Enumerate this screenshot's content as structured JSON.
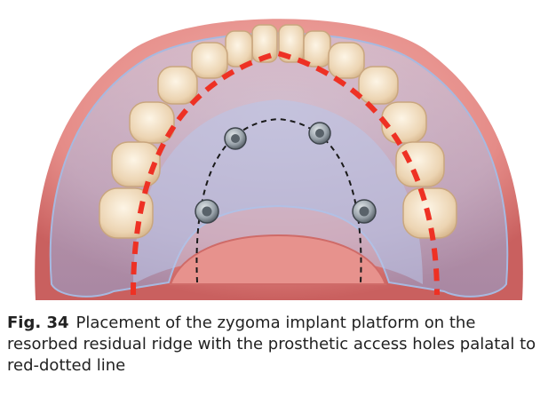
{
  "figure": {
    "label": "Fig. 34",
    "caption": "Placement of the zygoma implant platform on the resorbed residual ridge with the prosthetic access holes palatal to red-dotted line",
    "illustration": "maxillary-arch-prosthesis",
    "colors": {
      "gingiva": "#e58c88",
      "gingiva_dark": "#c9605f",
      "teeth": "#f1dcc0",
      "prosthesis_shell": "#9fb8e4",
      "red_dotted_line": "#ee3124",
      "black_dashed_line": "#1a1a1a",
      "screw_metal": "#9aa3ab"
    },
    "access_holes": 4
  }
}
